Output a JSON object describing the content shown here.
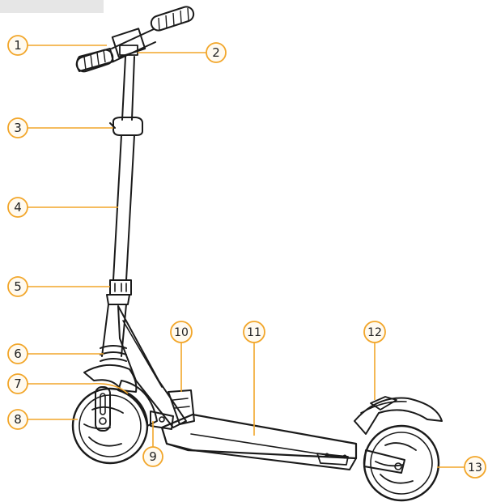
{
  "callouts": [
    {
      "number": "1"
    },
    {
      "number": "2"
    },
    {
      "number": "3"
    },
    {
      "number": "4"
    },
    {
      "number": "5"
    },
    {
      "number": "6"
    },
    {
      "number": "7"
    },
    {
      "number": "8"
    },
    {
      "number": "9"
    },
    {
      "number": "10"
    },
    {
      "number": "11"
    },
    {
      "number": "12"
    },
    {
      "number": "13"
    }
  ],
  "colors": {
    "callout": "#f2a62a",
    "ink": "#1a1a1a",
    "corner_tab": "#e6e6e6"
  }
}
